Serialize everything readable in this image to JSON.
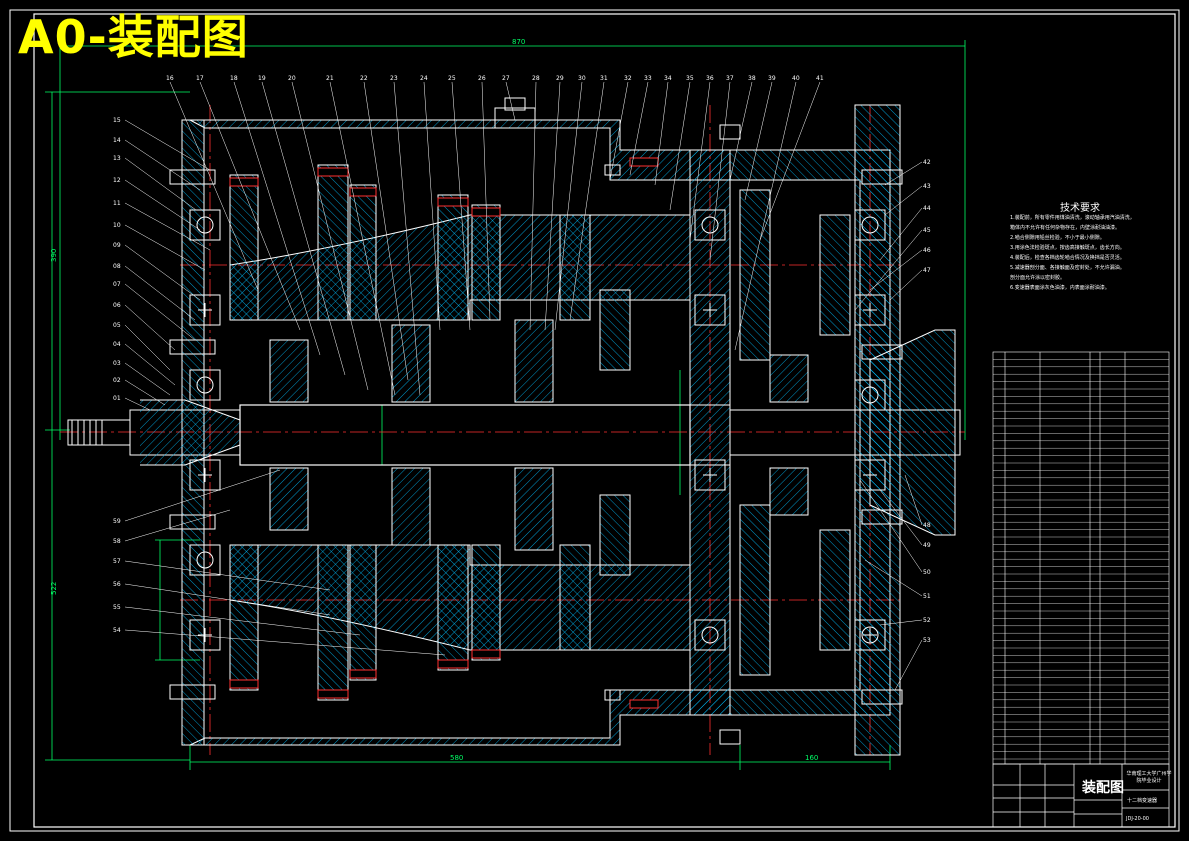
{
  "title": "A0-装配图",
  "technical_requirements": {
    "heading": "技术要求",
    "items": [
      "1.装配前，所有零件用煤油清洗，滚动轴承用汽油清洗，",
      "  箱体内不允许有任何杂物存在，内壁涂耐油油漆。",
      "2.啮合侧隙用铅丝检验，不小于最小侧隙。",
      "3.用涂色法检验斑点，按齿高接触斑点，齿长方向。",
      "4.装配后，检查各档齿轮啮合情况及换挡是否灵活。",
      "5.减速器剖分面、各接触面及密封处，不允许漏油。",
      "  剖分面允许涂以密封胶。",
      "6.变速器表面涂灰色油漆，内表面涂耐油漆。"
    ]
  },
  "title_block": {
    "drawing_name": "装配图",
    "school": "华南理工大学广州学院毕业设计",
    "subtitle": "十二档变速器",
    "code": "JDJ-20-00"
  },
  "dimensions": {
    "overall_width": "870",
    "left_section": "580",
    "right_section": "160",
    "height_top": "390",
    "height_total": "522"
  },
  "balloons": {
    "top": [
      "16",
      "17",
      "18",
      "19",
      "20",
      "21",
      "22",
      "23",
      "24",
      "25",
      "26",
      "27",
      "28",
      "29",
      "30",
      "31",
      "32",
      "33",
      "34",
      "35",
      "36",
      "37",
      "38",
      "39",
      "40",
      "41"
    ],
    "left": [
      "15",
      "14",
      "13",
      "12",
      "11",
      "10",
      "09",
      "08",
      "07",
      "06",
      "05",
      "04",
      "03",
      "02",
      "01",
      "59",
      "58",
      "57",
      "56",
      "55",
      "54"
    ],
    "right": [
      "42",
      "43",
      "44",
      "45",
      "46",
      "47",
      "48",
      "49",
      "50",
      "51",
      "52",
      "53"
    ]
  },
  "colors": {
    "background": "#000000",
    "title": "#ffff00",
    "outline": "#ffffff",
    "centerline": "#ff3030",
    "dimension": "#00ff66",
    "hatch": "#00bfff",
    "annotation": "#ffffff",
    "frame": "#ffffff"
  }
}
